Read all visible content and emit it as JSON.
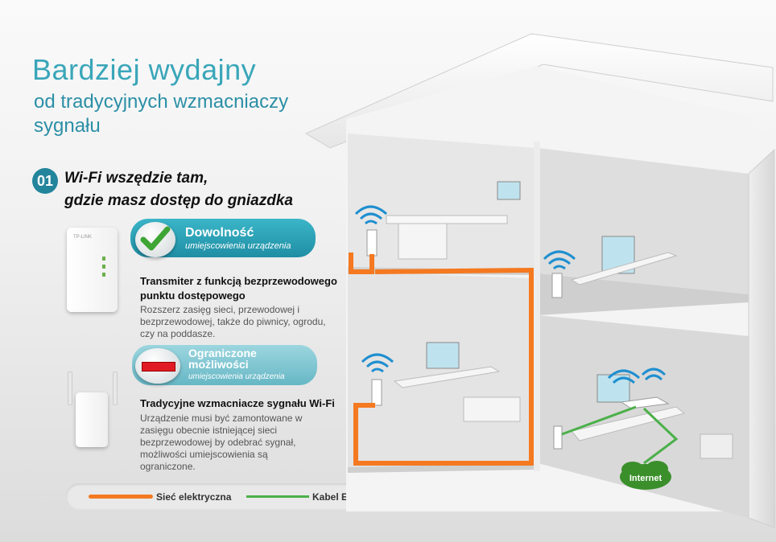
{
  "headline": {
    "line1": "Bardziej wydajny",
    "line2": "od tradycyjnych wzmacniaczy sygnału"
  },
  "section": {
    "number": "01",
    "title_line1": "Wi-Fi wszędzie tam,",
    "title_line2": "gdzie masz dostęp do gniazdka"
  },
  "option_good": {
    "badge_main": "Dowolność",
    "badge_sub": "umiejscowienia urządzenia",
    "heading": "Transmiter z funkcją bezprzewodowego punktu dostępowego",
    "text": "Rozszerz zasięg sieci, przewodowej i bezprzewodowej, także do piwnicy, ogrodu, czy na poddasze.",
    "device_brand": "TP-LINK"
  },
  "option_bad": {
    "badge_main": "Ograniczone możliwości",
    "badge_sub": "umiejscowienia urządzenia",
    "heading": "Tradycyjne wzmacniacze sygnału Wi-Fi",
    "text": "Urządzenie musi być zamontowane w zasięgu obecnie istniejącej sieci bezprzewodowej by odebrać sygnał, możliwości umiejscowienia są ograniczone."
  },
  "legend": {
    "power_line": "Sieć elektryczna",
    "ethernet": "Kabel Ethernet"
  },
  "house": {
    "internet_label": "Internet"
  },
  "colors": {
    "accent": "#2b9fb3",
    "power_line": "#f47920",
    "ethernet": "#4cb04a",
    "bad": "#e01b24"
  }
}
